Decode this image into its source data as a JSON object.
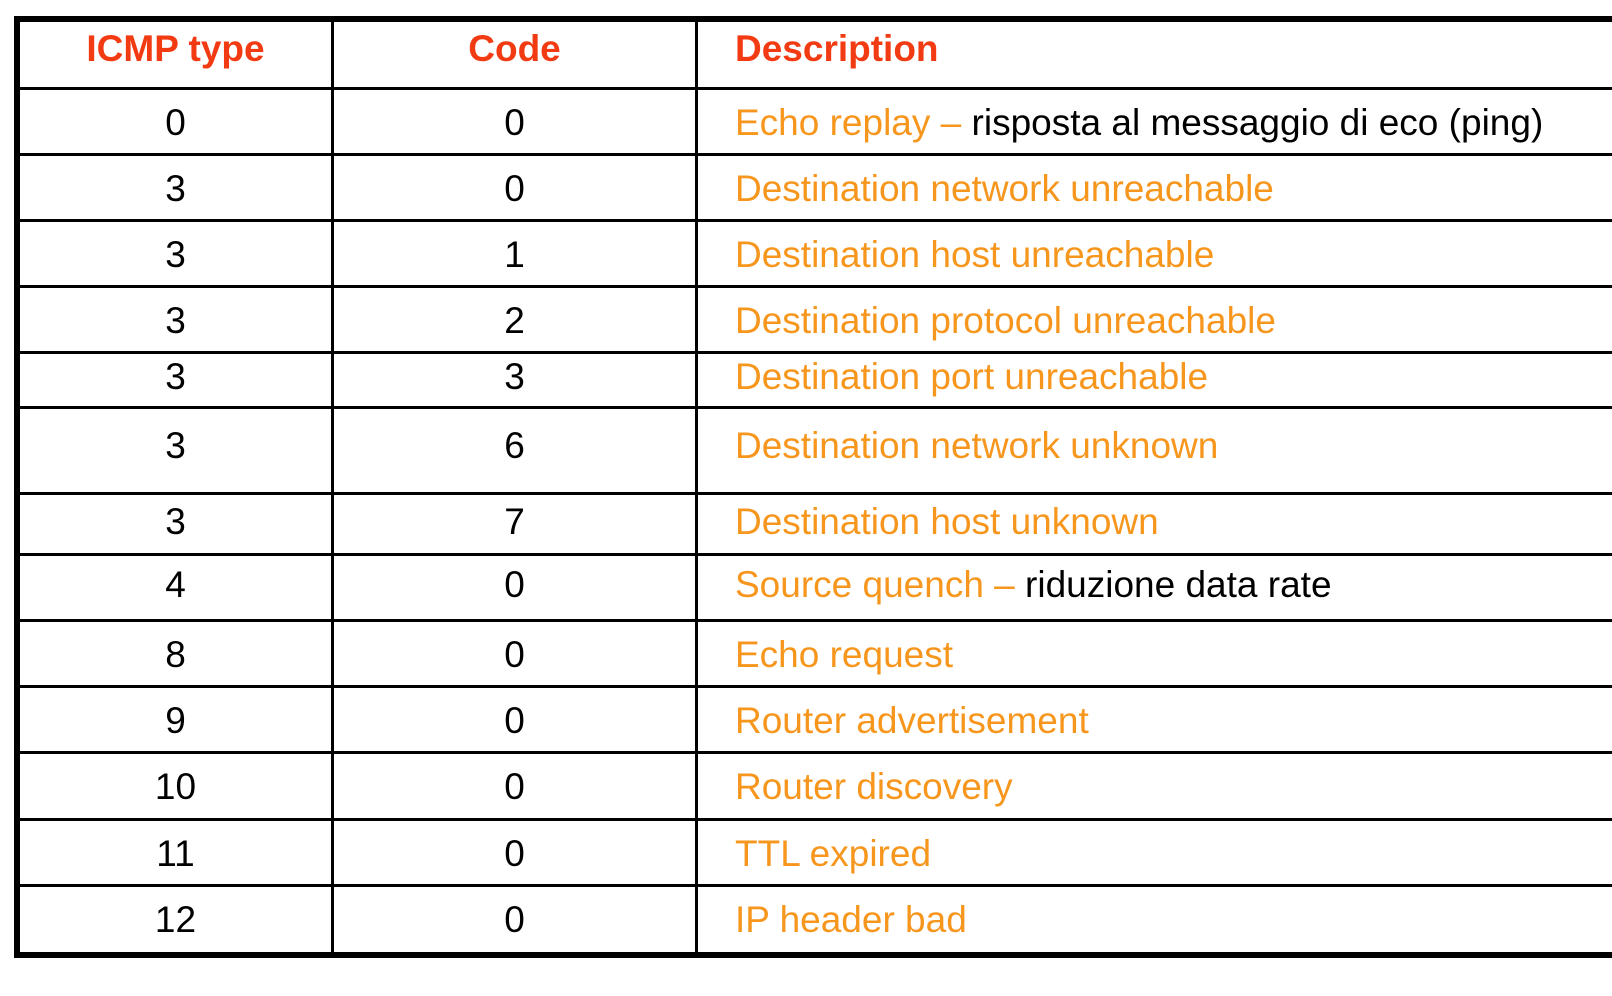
{
  "table": {
    "headers": {
      "type": "ICMP type",
      "code": "Code",
      "description": "Description"
    },
    "rows": [
      {
        "type": "0",
        "code": "0",
        "desc": "Echo replay – ",
        "desc_extra": "risposta al messaggio di eco (ping)"
      },
      {
        "type": "3",
        "code": "0",
        "desc": "Destination network unreachable",
        "desc_extra": ""
      },
      {
        "type": "3",
        "code": "1",
        "desc": "Destination host unreachable",
        "desc_extra": ""
      },
      {
        "type": "3",
        "code": "2",
        "desc": "Destination protocol unreachable",
        "desc_extra": ""
      },
      {
        "type": "3",
        "code": "3",
        "desc": "Destination port unreachable",
        "desc_extra": ""
      },
      {
        "type": "3",
        "code": "6",
        "desc": "Destination network unknown",
        "desc_extra": ""
      },
      {
        "type": "3",
        "code": "7",
        "desc": "Destination host unknown",
        "desc_extra": ""
      },
      {
        "type": "4",
        "code": "0",
        "desc": "Source quench – ",
        "desc_extra": "riduzione data rate"
      },
      {
        "type": "8",
        "code": "0",
        "desc": "Echo request",
        "desc_extra": ""
      },
      {
        "type": "9",
        "code": "0",
        "desc": "Router advertisement",
        "desc_extra": ""
      },
      {
        "type": "10",
        "code": "0",
        "desc": "Router discovery",
        "desc_extra": ""
      },
      {
        "type": "11",
        "code": "0",
        "desc": "TTL expired",
        "desc_extra": ""
      },
      {
        "type": "12",
        "code": "0",
        "desc": "IP header bad",
        "desc_extra": ""
      }
    ]
  },
  "colors": {
    "header_text": "#f23b12",
    "description_text": "#f7961d",
    "body_text": "#000000",
    "border": "#000000"
  }
}
